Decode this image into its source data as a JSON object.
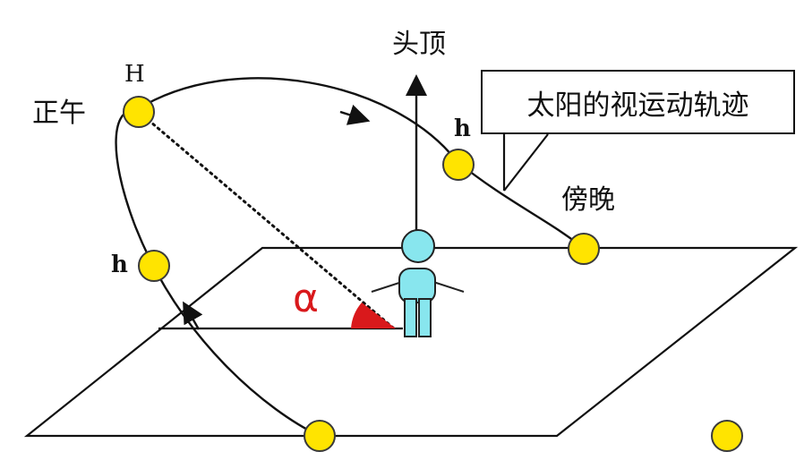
{
  "labels": {
    "zenith": "头顶",
    "noon": "正午",
    "noon_sun": "H",
    "sun_h_right": "h",
    "sun_h_left": "h",
    "evening": "傍晚",
    "trajectory": "太阳的视运动轨迹",
    "angle": "α"
  },
  "colors": {
    "sun_fill": "#ffe400",
    "sun_stroke": "#3a3a3a",
    "angle_fill": "#d9191c",
    "person_fill": "#88e6ee",
    "person_stroke": "#2a2a2a",
    "line": "#111111"
  }
}
